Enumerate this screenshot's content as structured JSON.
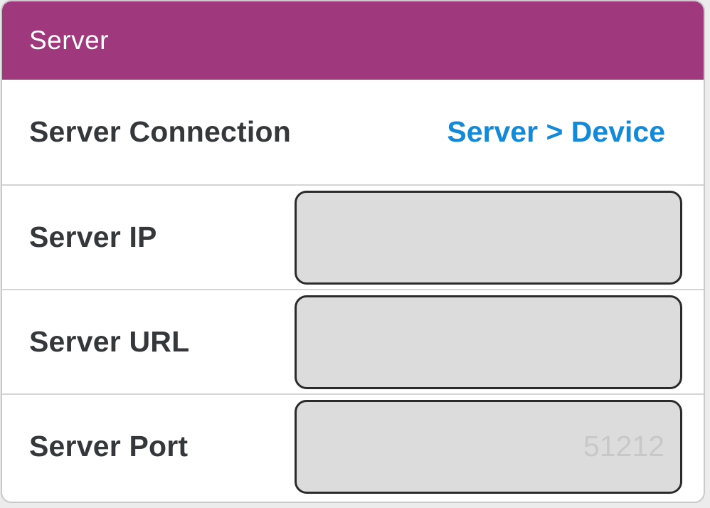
{
  "header": {
    "title": "Server"
  },
  "rows": {
    "connection": {
      "label": "Server Connection",
      "value": "Server > Device"
    },
    "server_ip": {
      "label": "Server IP",
      "value": ""
    },
    "server_url": {
      "label": "Server URL",
      "value": ""
    },
    "server_port": {
      "label": "Server Port",
      "value": "",
      "placeholder": "51212"
    }
  },
  "colors": {
    "header_background": "#a0387e",
    "accent_blue": "#1489d8",
    "label_text": "#35383b",
    "input_background": "#dcdcdc",
    "input_border": "#2b2b2b",
    "placeholder_text": "#c8c8c8",
    "divider": "#d5d5d5",
    "card_border": "#c9c9c9",
    "page_background": "#ececec"
  }
}
